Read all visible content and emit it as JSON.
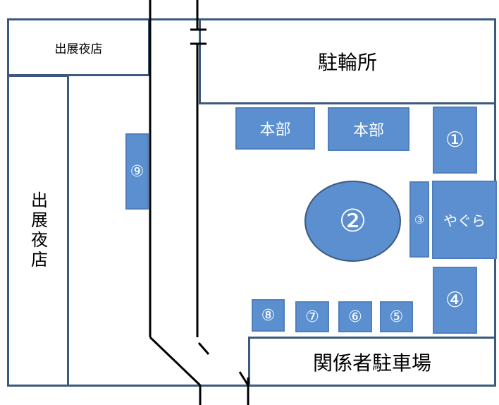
{
  "labels": {
    "stall_top": "出展夜店",
    "stall_left": "出展夜店",
    "bike_parking": "駐輪所",
    "honbu_1": "本部",
    "honbu_2": "本部",
    "n1": "①",
    "n2": "②",
    "n3": "③",
    "yagura": "やぐら",
    "n4": "④",
    "n5": "⑤",
    "n6": "⑥",
    "n7": "⑦",
    "n8": "⑧",
    "n9": "⑨",
    "staff_parking": "関係者駐車場"
  },
  "colors": {
    "booth_fill": "#5b8fd0",
    "outline": "#3b5a7e",
    "road": "#000000"
  }
}
